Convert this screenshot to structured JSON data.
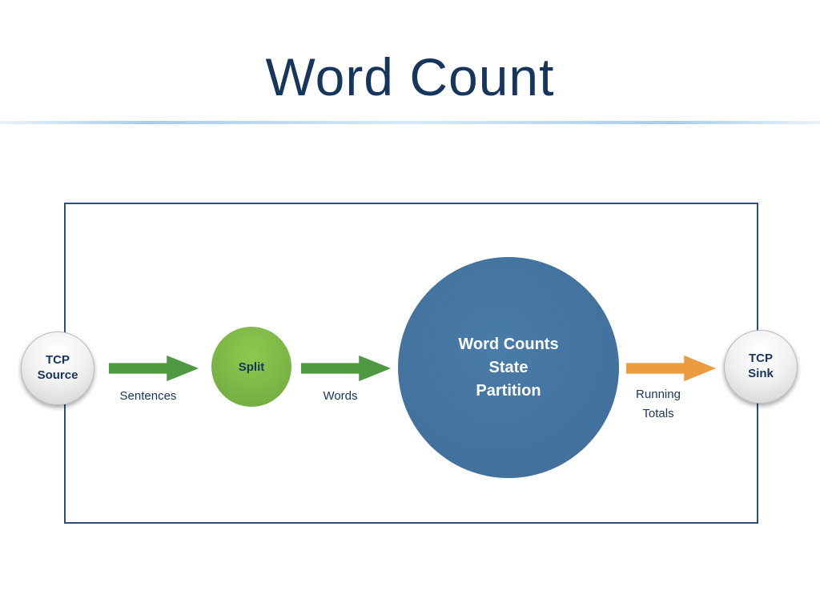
{
  "slide": {
    "title": "Word Count"
  },
  "diagram": {
    "nodes": {
      "source": {
        "label": "TCP\nSource"
      },
      "split": {
        "label": "Split"
      },
      "state": {
        "label": "Word Counts\nState\nPartition"
      },
      "sink": {
        "label": "TCP\nSink"
      }
    },
    "edges": {
      "sentences": {
        "label": "Sentences"
      },
      "words": {
        "label": "Words"
      },
      "running_totals": {
        "label": "Running\nTotals"
      }
    }
  },
  "colors": {
    "title": "#17365d",
    "border": "#2e4d7b",
    "label_text": "#17365d",
    "green_arrow": "#4f9a41",
    "orange_arrow": "#ed9b40",
    "split_fill": "#76b043",
    "state_fill": "#41719c"
  }
}
